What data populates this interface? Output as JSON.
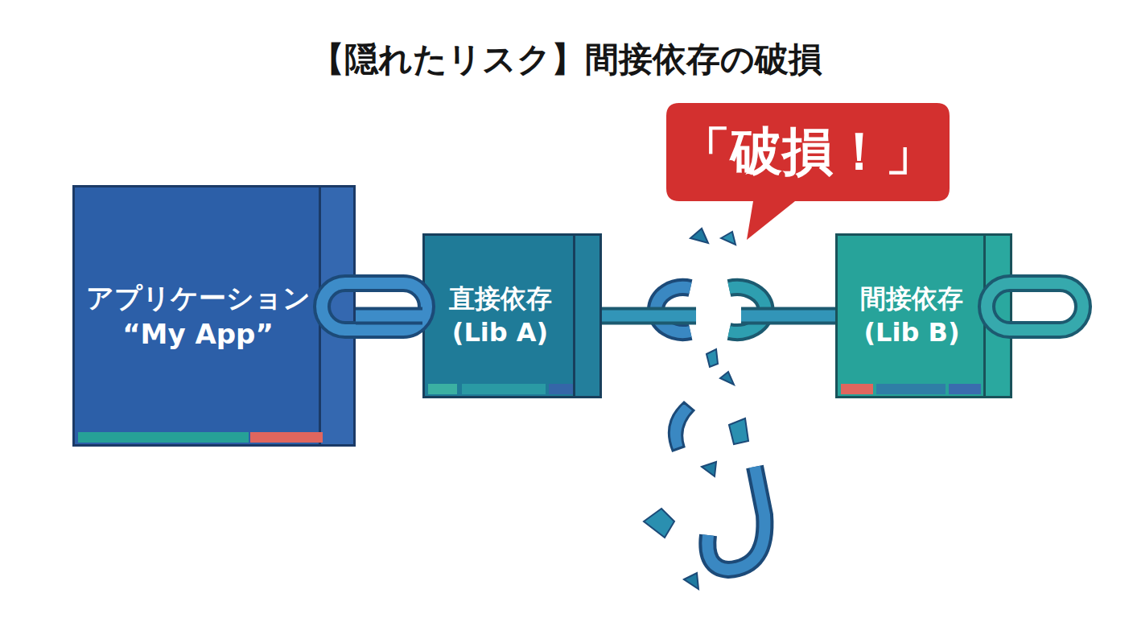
{
  "diagram": {
    "title": "【隠れたリスク】間接依存の破損",
    "nodes": [
      {
        "text": [
          "アプリケーション “My App”"
        ]
      },
      {
        "text": [
          "直接依存 (Lib A)"
        ]
      },
      {
        "text": [
          "間接依存 (Lib B)"
        ]
      },
      {
        "text": [
          "「破損！」"
        ]
      }
    ],
    "edges": [
      {
        "from": 0,
        "to": 1,
        "arrow": "none"
      },
      {
        "from": 1,
        "to": 2,
        "arrow": "none"
      }
    ]
  }
}
